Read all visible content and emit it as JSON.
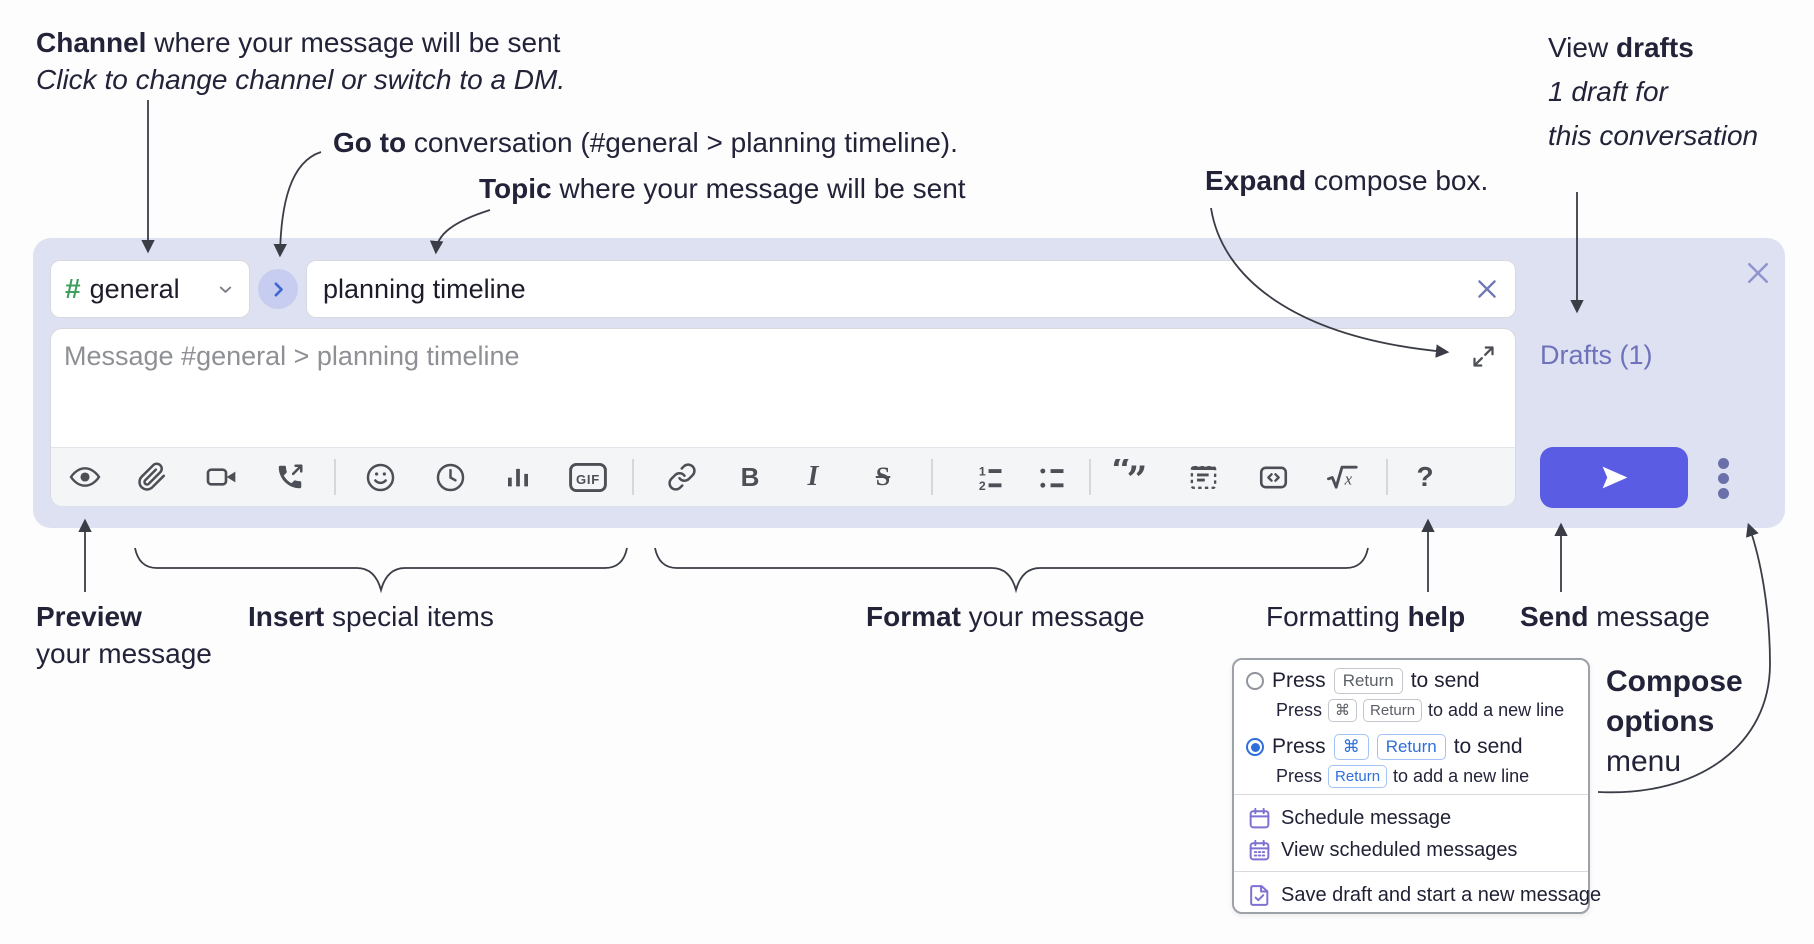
{
  "annotations": {
    "channel": {
      "bold": "Channel",
      "rest": " where your message will be sent",
      "sub": "Click to change channel or switch to a DM."
    },
    "go_to": {
      "bold": "Go to",
      "rest": " conversation (#general > planning timeline)."
    },
    "topic": {
      "bold": "Topic",
      "rest": " where your message will be sent"
    },
    "expand": {
      "bold": "Expand",
      "rest": " compose box."
    },
    "view_drafts": {
      "pre": "View ",
      "bold": "drafts",
      "line2": "1 draft for",
      "line3": "this conversation"
    },
    "preview": {
      "bold": "Preview",
      "line2": "your message"
    },
    "insert": {
      "bold": "Insert",
      "rest": " special items"
    },
    "format": {
      "bold": "Format",
      "rest": " your message"
    },
    "formatting_help": {
      "pre": "Formatting ",
      "bold": "help"
    },
    "send": {
      "bold": "Send",
      "rest": " message"
    },
    "compose_options": {
      "bold1": "Compose",
      "bold2": "options",
      "rest": "menu"
    }
  },
  "compose": {
    "channel_hash": "#",
    "channel_name": "general",
    "topic_value": "planning timeline",
    "message_placeholder": "Message #general > planning timeline",
    "drafts_link": "Drafts (1)",
    "labels": {
      "bold": "B",
      "italic": "I",
      "strike": "S",
      "gif": "GIF",
      "help": "?",
      "ol1": "1",
      "ol2": "2",
      "quote_open": "“",
      "quote_close": "”",
      "formula_x": "x"
    }
  },
  "toolbar": {
    "icons": [
      "preview-eye",
      "attach-paperclip",
      "record-video-clip",
      "record-audio-clip",
      "emoji",
      "recently-used",
      "create-poll",
      "gif-picker",
      "insert-link",
      "bold",
      "italic",
      "strikethrough",
      "ordered-list",
      "bulleted-list",
      "blockquote",
      "code-block",
      "inline-code",
      "formula",
      "formatting-help"
    ]
  },
  "compose_menu": {
    "press": "Press",
    "to_send": "to send",
    "to_add_line": "to add a new line",
    "return_key": "Return",
    "cmd_key": "⌘",
    "items": [
      "Schedule message",
      "View scheduled messages",
      "Save draft and start a new message"
    ]
  },
  "colors": {
    "send_button": "#5b5ce4",
    "container_bg": "#dee1f1",
    "channel_hash_green": "#3f9f5f",
    "drafts_link": "#6d72bb",
    "selected_blue": "#2e6fdb",
    "menu_icon_purple": "#7e71d3",
    "toolbar_icon": "#4c4f55",
    "annotation_text": "#222338"
  }
}
